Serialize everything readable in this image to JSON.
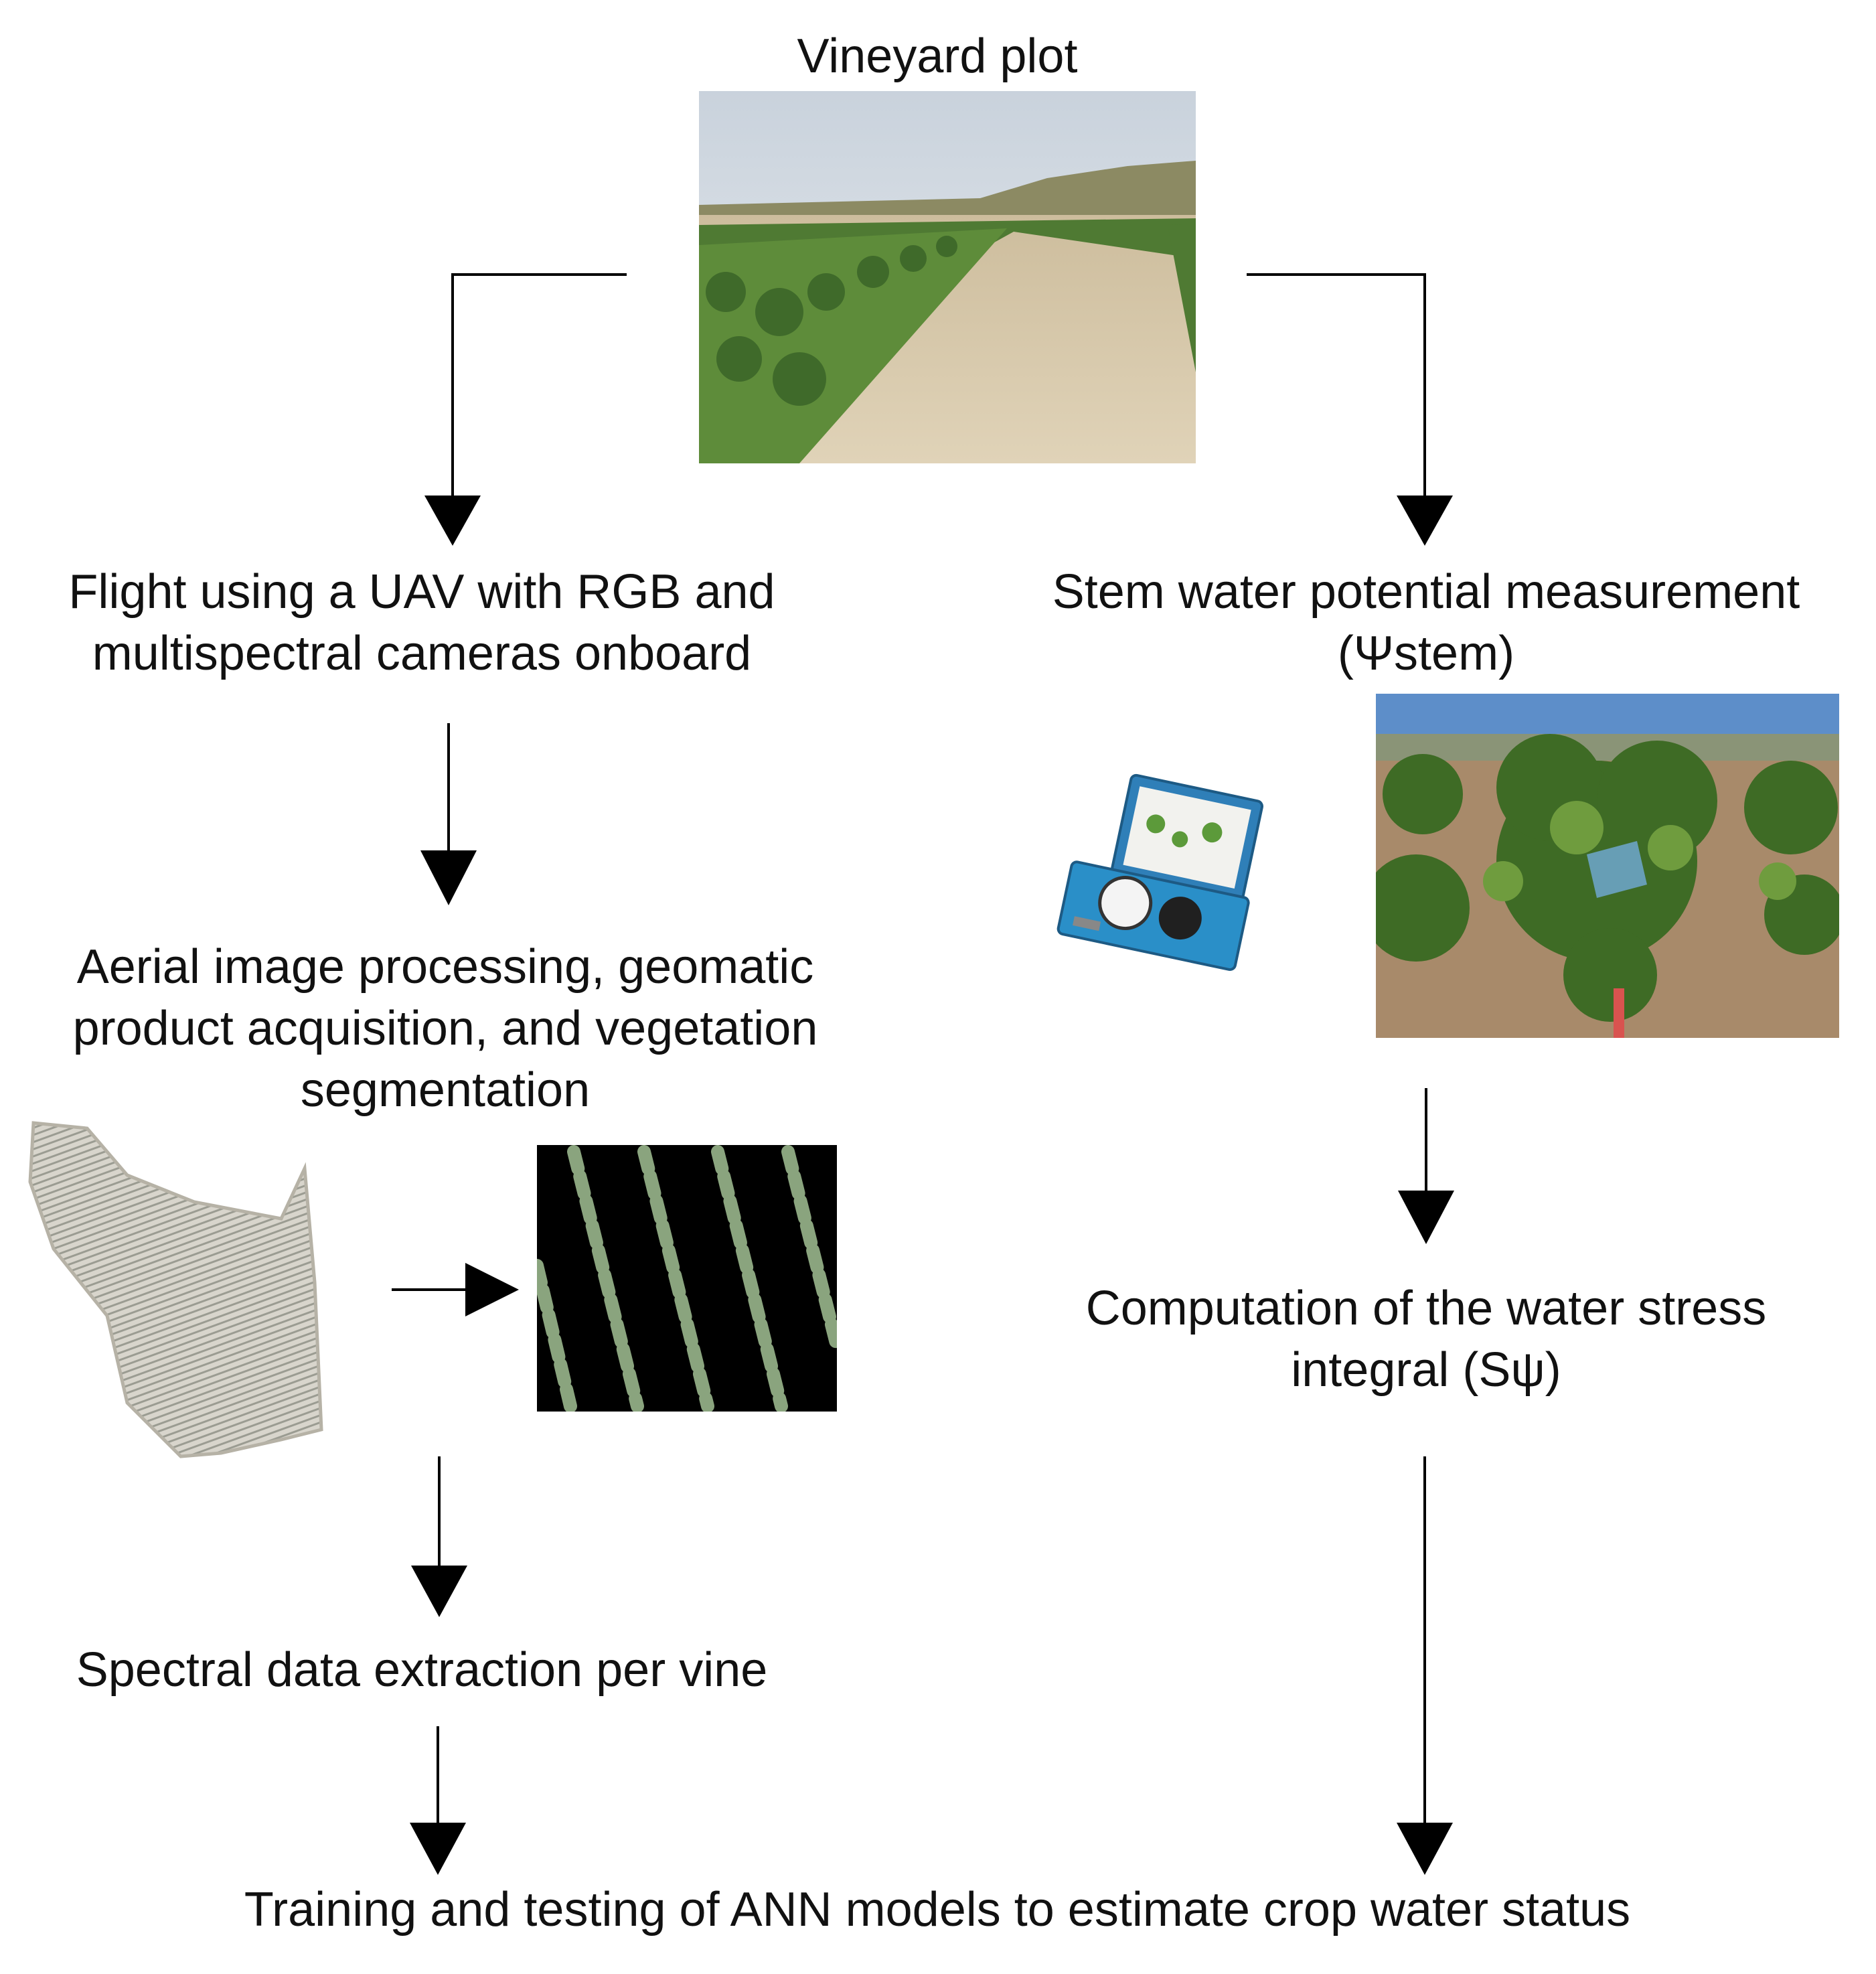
{
  "title": "Vineyard plot",
  "left_branch": {
    "step1": [
      "Flight using a UAV with RGB and",
      "multispectral cameras onboard"
    ],
    "step2": [
      "Aerial image processing, geomatic",
      "product acquisition, and vegetation",
      "segmentation"
    ],
    "step3": [
      "Spectral data extraction per vine"
    ]
  },
  "right_branch": {
    "step1": [
      "Stem water potential measurement",
      "(Ψstem)"
    ],
    "step2": [
      "Computation of the water stress",
      "integral (Sψ)"
    ]
  },
  "final": "Training and testing of ANN models to estimate crop water status",
  "images": [
    "vineyard-plot-photo",
    "pressure-chamber-photo",
    "vine-canopy-photo",
    "orthomosaic-image",
    "segmented-vegetation-image"
  ],
  "colors": {
    "line": "#000000",
    "text": "#111111"
  }
}
